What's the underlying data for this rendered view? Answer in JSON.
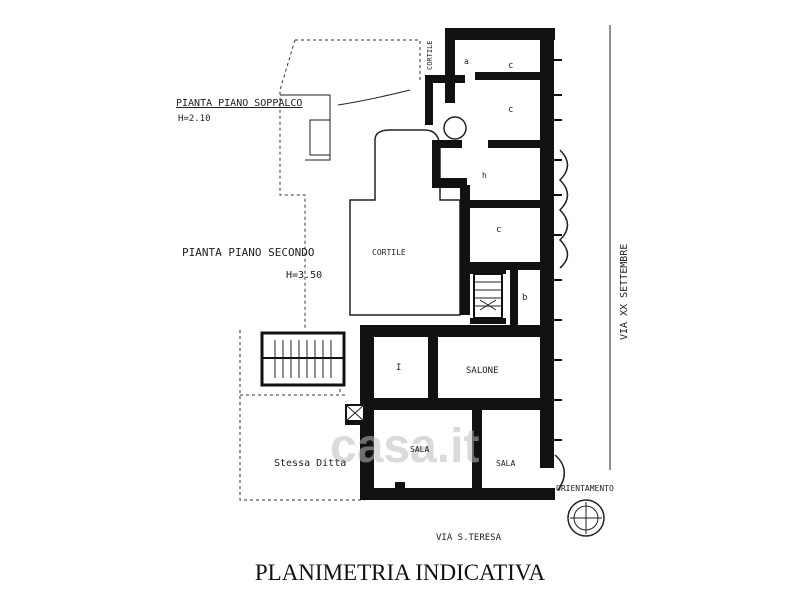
{
  "plan": {
    "mezzanine_title": "PIANTA PIANO SOPPALCO",
    "mezzanine_height": "H=2.10",
    "floor_title": "PIANTA PIANO SECONDO",
    "floor_height": "H=3.50",
    "street_right": "VIA XX SETTEMBRE",
    "street_bottom": "VIA S.TERESA",
    "orientation": "ORIENTAMENTO",
    "neighbour": "Stessa Ditta",
    "caption": "PLANIMETRIA INDICATIVA",
    "watermark": "casa.it"
  },
  "rooms": {
    "cortile_top": "CORTILE",
    "cortile": "CORTILE",
    "salone": "SALONE",
    "sala_left": "SALA",
    "sala_right": "SALA",
    "room_i": "I",
    "room_b": "b",
    "room_c1": "c",
    "room_c2": "c",
    "room_c3": "c",
    "room_a": "a",
    "room_h": "h"
  }
}
